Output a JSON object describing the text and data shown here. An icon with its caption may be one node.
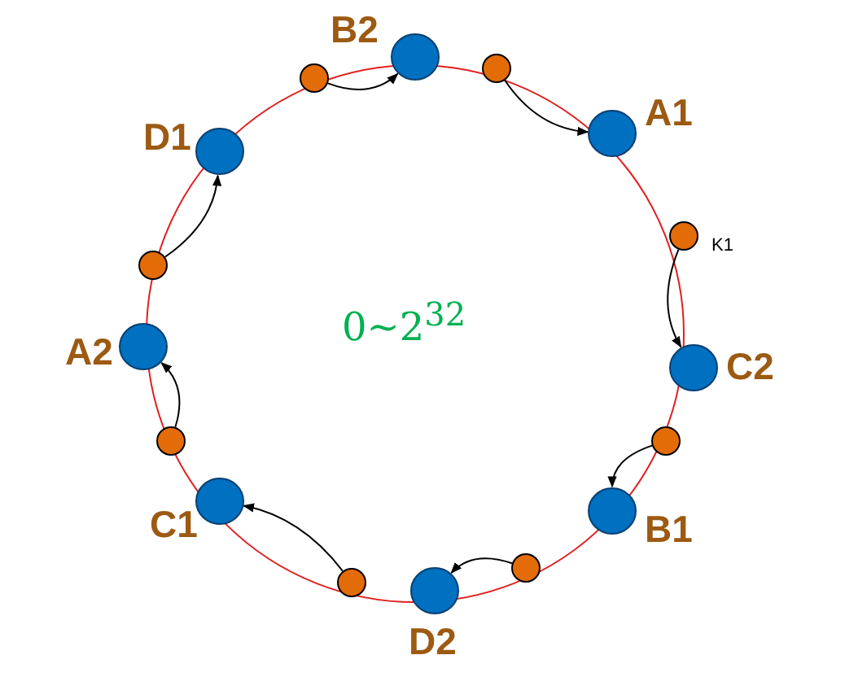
{
  "diagram": {
    "nodes": [
      {
        "text": [],
        "shape": "circle"
      },
      {
        "text": [
          "B2"
        ]
      },
      {
        "text": [],
        "shape": "circle"
      },
      {
        "text": [
          "A1"
        ]
      },
      {
        "text": [],
        "shape": "circle",
        "beside": [
          "K1"
        ]
      },
      {
        "text": [
          "C2"
        ]
      },
      {
        "text": [],
        "shape": "circle"
      },
      {
        "text": [
          "B1"
        ]
      },
      {
        "text": [],
        "shape": "circle"
      },
      {
        "text": [
          "D2"
        ]
      },
      {
        "text": [],
        "shape": "circle"
      },
      {
        "text": [
          "C1"
        ]
      },
      {
        "text": [],
        "shape": "circle"
      },
      {
        "text": [
          "A2"
        ]
      },
      {
        "text": [],
        "shape": "circle"
      },
      {
        "text": [
          "D1"
        ]
      }
    ],
    "edges": [
      {
        "from": 0,
        "to": 1,
        "arrow": "to"
      },
      {
        "from": 2,
        "to": 3,
        "arrow": "to"
      },
      {
        "from": 4,
        "to": 5,
        "arrow": "to"
      },
      {
        "from": 6,
        "to": 7,
        "arrow": "to"
      },
      {
        "from": 8,
        "to": 9,
        "arrow": "to"
      },
      {
        "from": 10,
        "to": 11,
        "arrow": "to"
      },
      {
        "from": 12,
        "to": 13,
        "arrow": "to"
      },
      {
        "from": 14,
        "to": 15,
        "arrow": "to"
      }
    ],
    "labels": [
      "0~2$^{32}$"
    ]
  }
}
